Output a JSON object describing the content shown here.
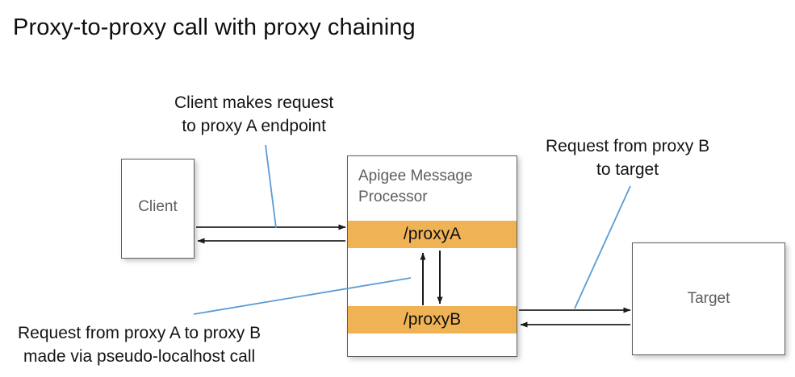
{
  "title": "Proxy-to-proxy call with proxy chaining",
  "colors": {
    "proxy_band": "#efb355",
    "box_border": "#5d5d5d",
    "node_label": "#5e5e5e",
    "annotation_text": "#141414",
    "leader_line": "#5b9bd5",
    "arrow": "#3d3d3d",
    "background": "#ffffff"
  },
  "nodes": {
    "client": {
      "label": "Client"
    },
    "target": {
      "label": "Target"
    },
    "message_processor": {
      "title_line1": "Apigee Message",
      "title_line2": "Processor",
      "proxies": [
        {
          "label": "/proxyA"
        },
        {
          "label": "/proxyB"
        }
      ]
    }
  },
  "annotations": [
    {
      "id": "client-request",
      "line1": "Client makes request",
      "line2": "to proxy A endpoint"
    },
    {
      "id": "proxyb-to-target",
      "line1": "Request from proxy B",
      "line2": "to target"
    },
    {
      "id": "proxy-chaining",
      "line1": "Request from proxy A to proxy B",
      "line2": "made via pseudo-localhost call"
    }
  ],
  "flows": [
    {
      "id": "client-to-proxya",
      "from": "Client",
      "to": "/proxyA",
      "direction": "right"
    },
    {
      "id": "proxya-to-client",
      "from": "/proxyA",
      "to": "Client",
      "direction": "left"
    },
    {
      "id": "proxya-to-proxyb",
      "from": "/proxyA",
      "to": "/proxyB",
      "direction": "down"
    },
    {
      "id": "proxyb-to-proxya",
      "from": "/proxyB",
      "to": "/proxyA",
      "direction": "up"
    },
    {
      "id": "proxyb-to-target",
      "from": "/proxyB",
      "to": "Target",
      "direction": "right"
    },
    {
      "id": "target-to-proxyb",
      "from": "Target",
      "to": "/proxyB",
      "direction": "left"
    }
  ]
}
